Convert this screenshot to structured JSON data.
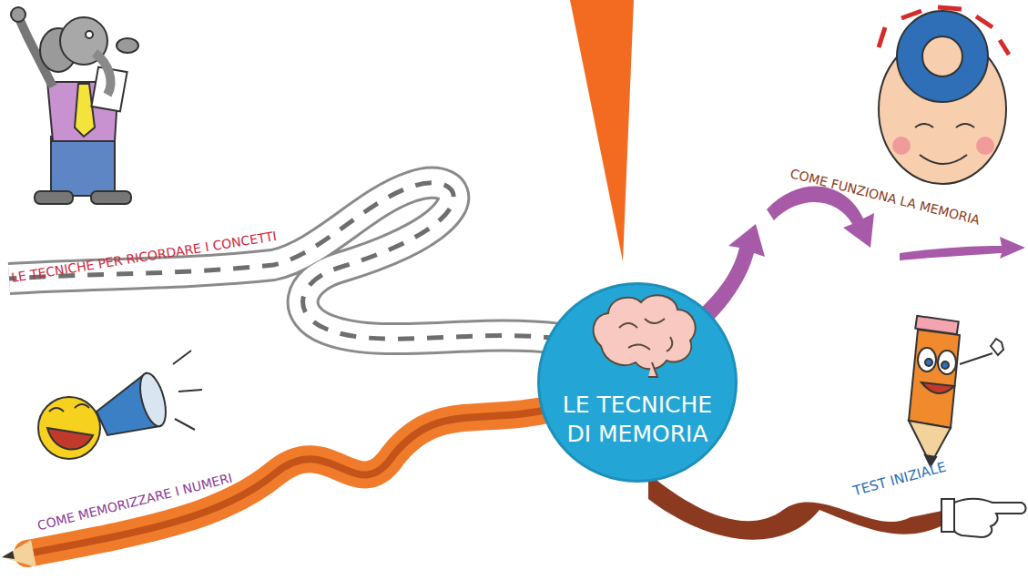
{
  "diagram": {
    "nodes": [
      {
        "text": [
          "LE TECNICHE DI MEMORIA"
        ]
      }
    ],
    "labels": [
      "LE TECNICHE PER RICORDARE I CONCETTI",
      "COME FUNZIONA LA MEMORIA",
      "COME MEMORIZZARE I NUMERI",
      "TEST INIZIALE"
    ]
  }
}
